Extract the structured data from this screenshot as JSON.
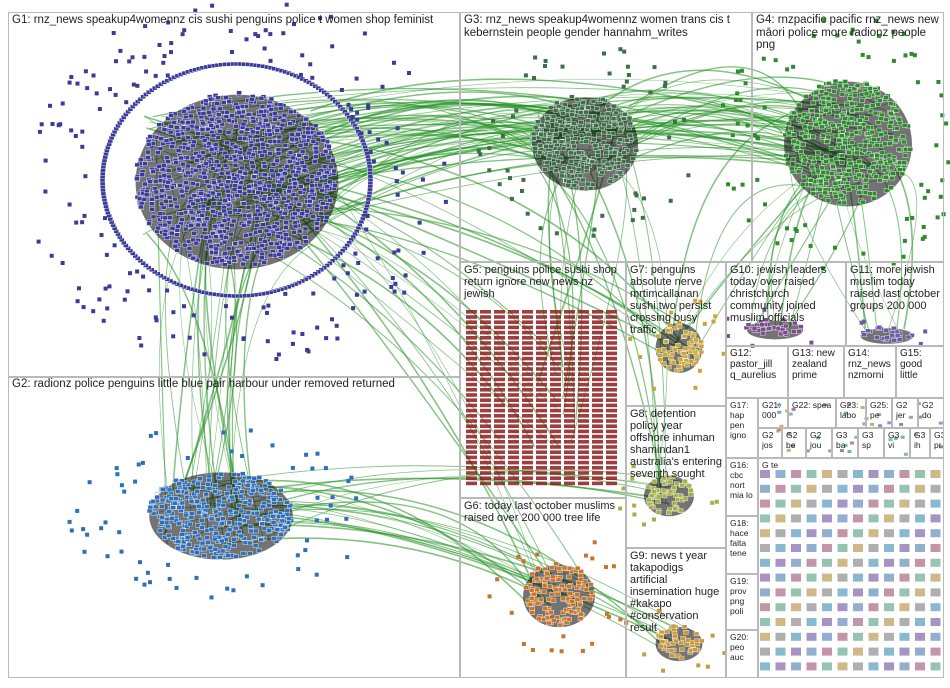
{
  "groups": {
    "g1": {
      "label": "G1: rnz_news speakup4womennz cis sushi penguins police t women shop feminist",
      "color": "#3b3b9a"
    },
    "g2": {
      "label": "G2: radionz police penguins little blue pair harbour under removed returned",
      "color": "#2e6fb8"
    },
    "g3": {
      "label": "G3: rnz_news speakup4womennz women trans cis t kebernstein people gender hannahm_writes",
      "color": "#3c6f4a"
    },
    "g4": {
      "label": "G4: rnzpacific pacific rnz_news new māori police more radionz people png",
      "color": "#2f8a2f"
    },
    "g5": {
      "label": "G5: penguins police sushi shop return ignore new news nz jewish",
      "color": "#8e1c1c"
    },
    "g6": {
      "label": "G6: today last october muslims raised over 200 000 tree life",
      "color": "#c8752a"
    },
    "g7": {
      "label": "G7: penguins absolute nerve mrtimcallanan sushi two persist crossing busy traffic",
      "color": "#c9a53a"
    },
    "g8": {
      "label": "G8: detention policy year offshore inhuman shamindan1 australia's entering seventh sought",
      "color": "#a5b04a"
    },
    "g9": {
      "label": "G9: news t year takapodigs artificial insemination huge #kakapo #conservation result",
      "color": "#c79a3b"
    },
    "g10": {
      "label": "G10: jewish leaders today over raised christchurch community joined muslim officials",
      "color": "#7a4d8c"
    },
    "g11": {
      "label": "G11: more jewish muslim today raised last october groups 200 000",
      "color": "#6b5ba8"
    },
    "g12": {
      "label": "G12: pastor_jill q_aurelius",
      "color": "#6a4f9c"
    },
    "g13": {
      "label": "G13: new zealand prime",
      "color": "#4b7ab0"
    },
    "g14": {
      "label": "G14: rnz_news nzmorni",
      "color": "#4b7ab0"
    },
    "g15": {
      "label": "G15: good little",
      "color": "#4b7ab0"
    },
    "g16": {
      "label": "G16: cbc nort mia lo",
      "color": "#888888"
    },
    "g17": {
      "label": "G17: hap pen igno",
      "color": "#888888"
    },
    "g18": {
      "label": "G18: hace falta tene",
      "color": "#888888"
    },
    "g19": {
      "label": "G19: prov png poli",
      "color": "#888888"
    },
    "g20": {
      "label": "G20: peo auc",
      "color": "#888888"
    },
    "g21": {
      "label": "G21: 000",
      "color": "#888888"
    },
    "g22": {
      "label": "G22: spea",
      "color": "#888888"
    },
    "g23": {
      "label": "G23: labo",
      "color": "#888888"
    },
    "g25": {
      "label": "G25: pe",
      "color": "#888888"
    },
    "gA": {
      "label": "G2 jer",
      "color": "#888888"
    },
    "gB": {
      "label": "G2 do",
      "color": "#888888"
    },
    "gC": {
      "label": "G2 jos",
      "color": "#888888"
    },
    "gD": {
      "label": "G2 be",
      "color": "#888888"
    },
    "gE": {
      "label": "G2 jou",
      "color": "#888888"
    },
    "gF": {
      "label": "G3 ba",
      "color": "#888888"
    },
    "gG": {
      "label": "G3 sp",
      "color": "#888888"
    },
    "gH": {
      "label": "G3 vi",
      "color": "#888888"
    },
    "gI": {
      "label": "G3 ih",
      "color": "#888888"
    },
    "gJ": {
      "label": "G3 pr",
      "color": "#888888"
    },
    "gK": {
      "label": "G te",
      "color": "#888888"
    }
  },
  "edge_color": "#1f8f1f"
}
